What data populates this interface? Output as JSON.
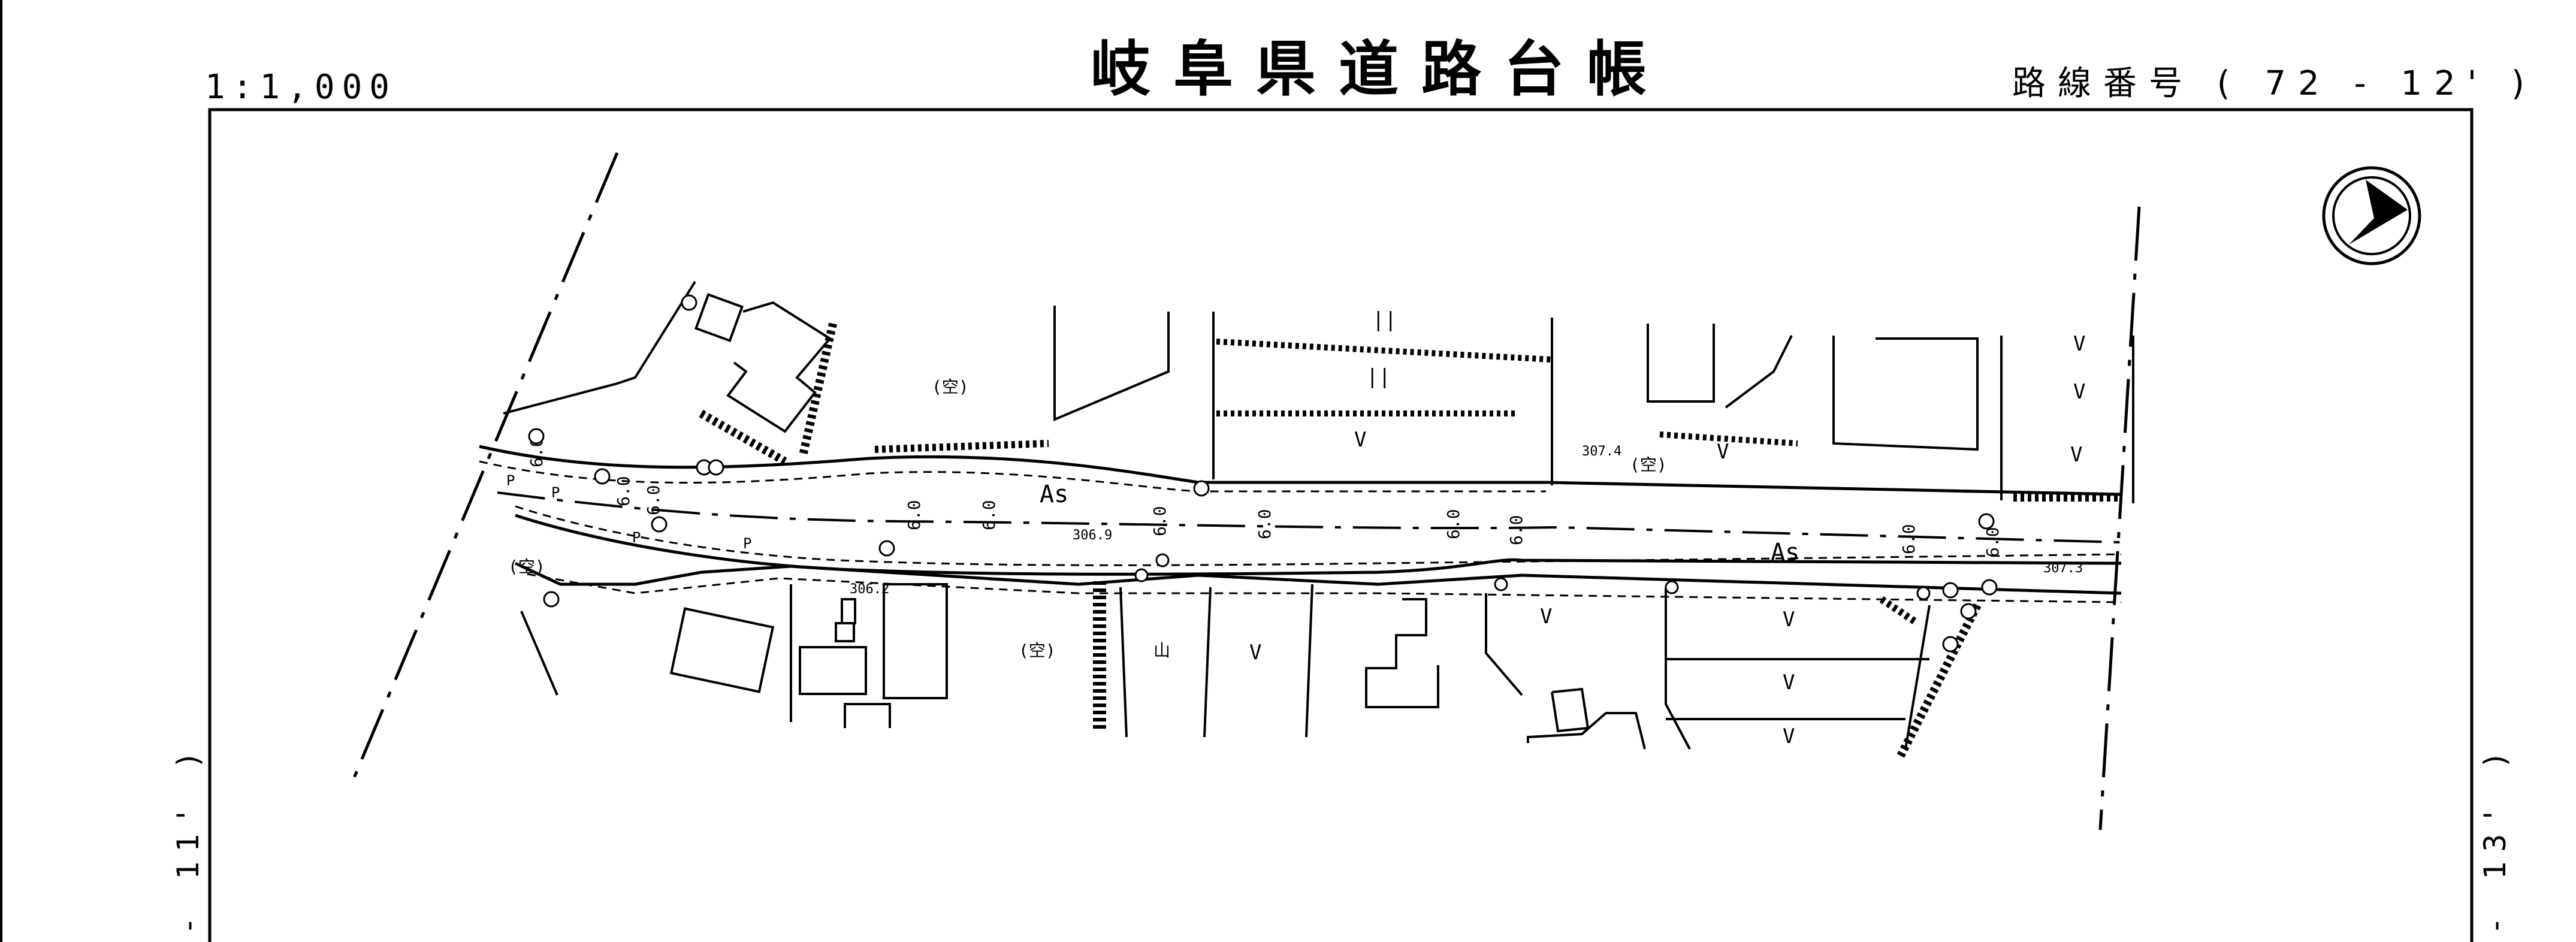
{
  "header": {
    "scale": "1:1,000",
    "title": "岐阜県道路台帳",
    "route_number": "路線番号 ( 72 - 12' )"
  },
  "side_refs": {
    "left": "- 11' )",
    "right": "- 13' )"
  },
  "map": {
    "surface_labels": [
      "As",
      "As"
    ],
    "width_labels": [
      "6.0",
      "6.0",
      "6.0",
      "6.0",
      "6.0",
      "6.0",
      "6.0",
      "6.0",
      "6.0",
      "6.0",
      "6.0"
    ],
    "elevations": [
      "306.9",
      "306.2",
      "307.4",
      "307.3"
    ],
    "vacant_lots": [
      "(空)",
      "(空)",
      "(空)",
      "(空)"
    ],
    "pole_marks": [
      "P",
      "P",
      "P",
      "P"
    ],
    "crop_symbols": [
      "V",
      "V",
      "V",
      "V",
      "V",
      "V",
      "V",
      "V",
      "V",
      "V"
    ],
    "paddy_symbols": [
      "||",
      "||"
    ],
    "mountain_symbol": "山"
  },
  "colors": {
    "ink": "#000000",
    "paper": "#ffffff"
  },
  "icons": {
    "north_arrow": "north-arrow-icon"
  }
}
